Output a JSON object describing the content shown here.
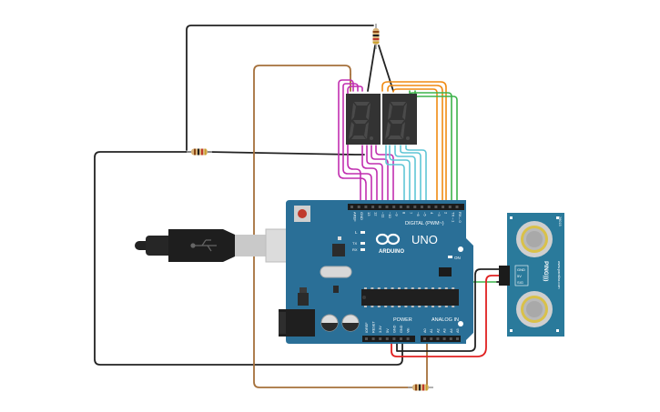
{
  "board": {
    "brand": "ARDUINO",
    "model": "UNO",
    "digital_header": "DIGITAL (PWM~)",
    "power_header": "POWER",
    "analog_header": "ANALOG IN",
    "on_label": "ON",
    "led_l": "L",
    "led_tx": "TX",
    "led_rx": "RX",
    "digital_pins": [
      "AREF",
      "GND",
      "13",
      "12",
      "~11",
      "~10",
      "~9",
      "8",
      "7",
      "~6",
      "~5",
      "4",
      "~3",
      "2",
      "TX→1",
      "RX←0"
    ],
    "power_pins": [
      "IOREF",
      "RESET",
      "3.3V",
      "5V",
      "GND",
      "GND",
      "Vin"
    ],
    "analog_pins": [
      "A0",
      "A1",
      "A2",
      "A3",
      "A4",
      "A5"
    ]
  },
  "sensor": {
    "name": "PING)))",
    "maker": "www.parallax.com",
    "pins": [
      "GND",
      "5V",
      "SIG"
    ],
    "rev": "28015"
  },
  "displays": [
    {
      "digit": "8.",
      "color": "#2f2f2f"
    },
    {
      "digit": "8.",
      "color": "#2f2f2f"
    }
  ],
  "colors": {
    "board": "#2a6f97",
    "sensor": "#2a7a9b",
    "magenta": "#c12fb0",
    "cyan": "#5fc6d6",
    "orange": "#f08a12",
    "green": "#3cb34a",
    "black": "#222222",
    "brown": "#a5703b",
    "red": "#e02020"
  }
}
